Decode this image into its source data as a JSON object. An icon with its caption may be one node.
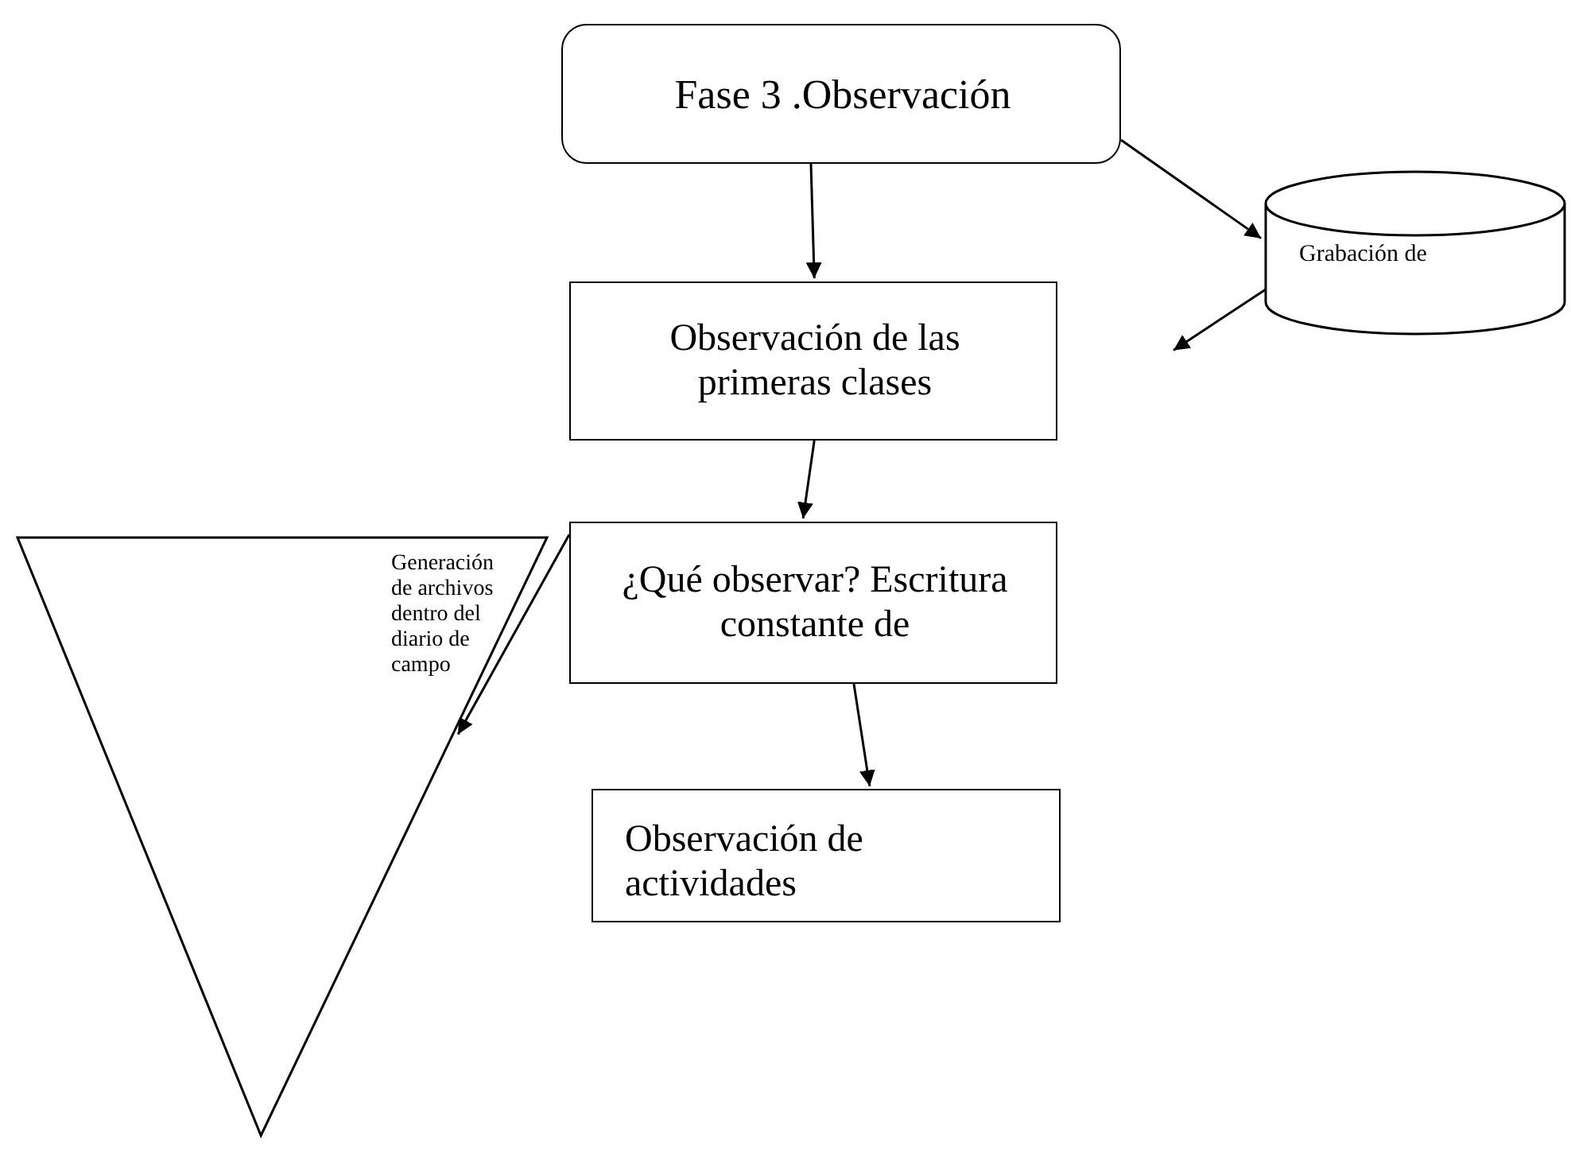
{
  "diagram": {
    "nodes": [
      {
        "text": [
          "Fase 3 .Observación"
        ]
      },
      {
        "text": [
          "Grabación de"
        ]
      },
      {
        "text": [
          "Observación de las primeras clases"
        ]
      },
      {
        "text": [
          "¿Qué observar? Escritura constante de"
        ]
      },
      {
        "text": [
          "Generación de archivos dentro del diario de campo"
        ]
      },
      {
        "text": [
          "Observación de actividades"
        ]
      }
    ],
    "edges": [
      {
        "from": 0,
        "to": 2,
        "arrow": "to"
      },
      {
        "from": 0,
        "to": 1,
        "arrow": "to"
      },
      {
        "from": 1,
        "to": null,
        "arrow": "to"
      },
      {
        "from": 2,
        "to": 3,
        "arrow": "to"
      },
      {
        "from": 3,
        "to": 4,
        "arrow": "to"
      },
      {
        "from": 3,
        "to": 5,
        "arrow": "to"
      }
    ]
  }
}
